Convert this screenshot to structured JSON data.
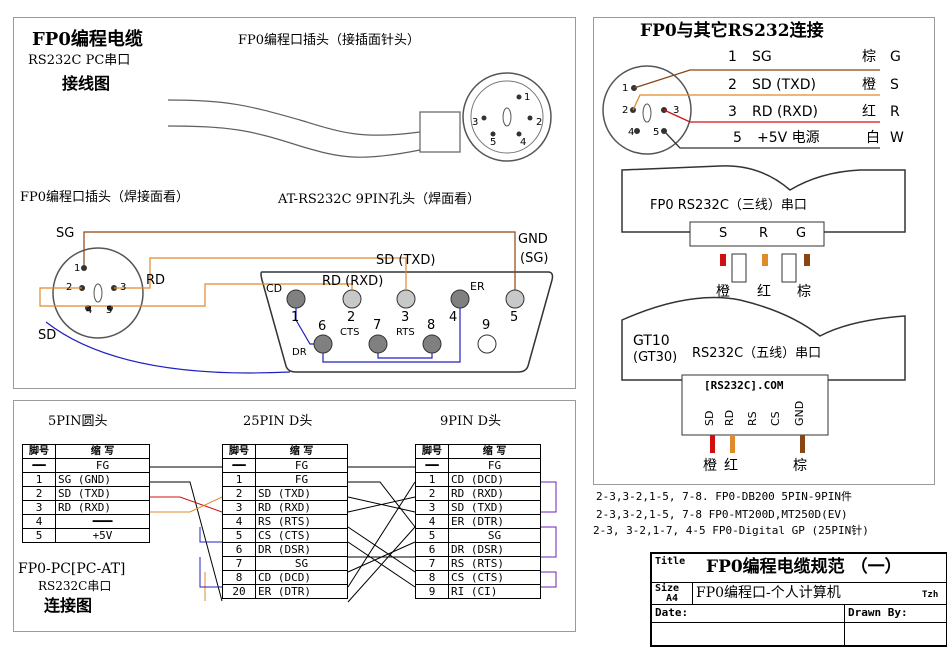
{
  "top_left": {
    "title": "FP0编程电缆",
    "subtitle": "RS232C   PC串口",
    "subtitle2": "接线图",
    "plug_caption": "FP0编程口插头（接插面针头）",
    "weld_caption": "FP0编程口插头（焊接面看）",
    "db9_caption": "AT-RS232C 9PIN孔头（焊面看）",
    "label_sg": "SG",
    "label_rd": "RD",
    "label_sd": "SD",
    "label_sd_txd": "SD (TXD)",
    "label_rd_rxd": "RD (RXD)",
    "label_gnd": "GND",
    "label_gnd_sg": "(SG)",
    "label_er": "ER",
    "label_cd": "CD",
    "label_cts": "CTS",
    "label_rts": "RTS",
    "label_dr": "DR",
    "din_pins": [
      "1",
      "2",
      "3",
      "4",
      "5"
    ],
    "db9_pins": [
      "1",
      "2",
      "3",
      "4",
      "5",
      "6",
      "7",
      "8",
      "9"
    ]
  },
  "right": {
    "title": "FP0与其它RS232连接",
    "rows": [
      {
        "num": "1",
        "signal": "SG",
        "color": "棕",
        "code": "G"
      },
      {
        "num": "2",
        "signal": "SD (TXD)",
        "color": "橙",
        "code": "S"
      },
      {
        "num": "3",
        "signal": "RD (RXD)",
        "color": "红",
        "code": "R"
      },
      {
        "num": "5",
        "signal": "+5V 电源",
        "color": "白",
        "code": "W"
      }
    ],
    "dev1_label": "FP0  RS232C（三线）串口",
    "dev1_pins": [
      "S",
      "R",
      "G"
    ],
    "dev1_colors": [
      "橙",
      "红",
      "棕"
    ],
    "dev2_name": "GT10",
    "dev2_alt": "(GT30)",
    "dev2_label": "RS232C（五线）串口",
    "dev2_conn": "[RS232C].COM",
    "dev2_pins": [
      "SD",
      "RD",
      "RS",
      "CS",
      "GND"
    ],
    "dev2_colors": [
      "橙",
      "红",
      "棕"
    ],
    "notes": [
      "2-3,3-2,1-5,  7-8.  FP0-DB200  5PIN-9PIN件",
      "2-3,3-2,1-5,  7-8   FP0-MT200D,MT250D(EV)",
      "2-3, 3-2,1-7, 4-5  FP0-Digital GP (25PIN针)"
    ]
  },
  "bottom": {
    "caption_5pin": "5PIN圆头",
    "caption_25pin": "25PIN D头",
    "caption_9pin": "9PIN  D头",
    "header_num": "脚号",
    "header_name": "缩  写",
    "table_5pin": [
      {
        "n": "━━",
        "s": "FG"
      },
      {
        "n": "1",
        "s": "SG (GND)"
      },
      {
        "n": "2",
        "s": "SD (TXD)"
      },
      {
        "n": "3",
        "s": "RD (RXD)"
      },
      {
        "n": "4",
        "s": "━━━"
      },
      {
        "n": "5",
        "s": "+5V"
      }
    ],
    "table_25pin": [
      {
        "n": "━━",
        "s": "FG"
      },
      {
        "n": "1",
        "s": "FG"
      },
      {
        "n": "2",
        "s": "SD (TXD)"
      },
      {
        "n": "3",
        "s": "RD (RXD)"
      },
      {
        "n": "4",
        "s": "RS (RTS)"
      },
      {
        "n": "5",
        "s": "CS (CTS)"
      },
      {
        "n": "6",
        "s": "DR (DSR)"
      },
      {
        "n": "7",
        "s": "SG"
      },
      {
        "n": "8",
        "s": "CD (DCD)"
      },
      {
        "n": "20",
        "s": "ER (DTR)"
      }
    ],
    "table_9pin": [
      {
        "n": "━━",
        "s": "FG"
      },
      {
        "n": "1",
        "s": "CD (DCD)"
      },
      {
        "n": "2",
        "s": "RD (RXD)"
      },
      {
        "n": "3",
        "s": "SD (TXD)"
      },
      {
        "n": "4",
        "s": "ER (DTR)"
      },
      {
        "n": "5",
        "s": "SG"
      },
      {
        "n": "6",
        "s": "DR (DSR)"
      },
      {
        "n": "7",
        "s": "RS (RTS)"
      },
      {
        "n": "8",
        "s": "CS (CTS)"
      },
      {
        "n": "9",
        "s": "RI (CI)"
      }
    ],
    "footer1": "FP0-PC[PC-AT]",
    "footer2": "RS232C串口",
    "footer3": "连接图"
  },
  "title_block": {
    "title_label": "Title",
    "title_value": "FP0编程电缆规范 （一）",
    "size_label": "Size",
    "size_value": "A4",
    "subtitle_value": "FP0编程口-个人计算机",
    "author": "Tzh",
    "date_label": "Date:",
    "drawn_label": "Drawn By:"
  },
  "colors": {
    "frame": "#9a9a9a",
    "orange": "#e08a2c",
    "brown": "#8b4513",
    "red": "#d01010",
    "blue": "#2020c0",
    "purple": "#7020b0",
    "pin_gray": "#808080",
    "pin_light": "#c8c8c8"
  }
}
